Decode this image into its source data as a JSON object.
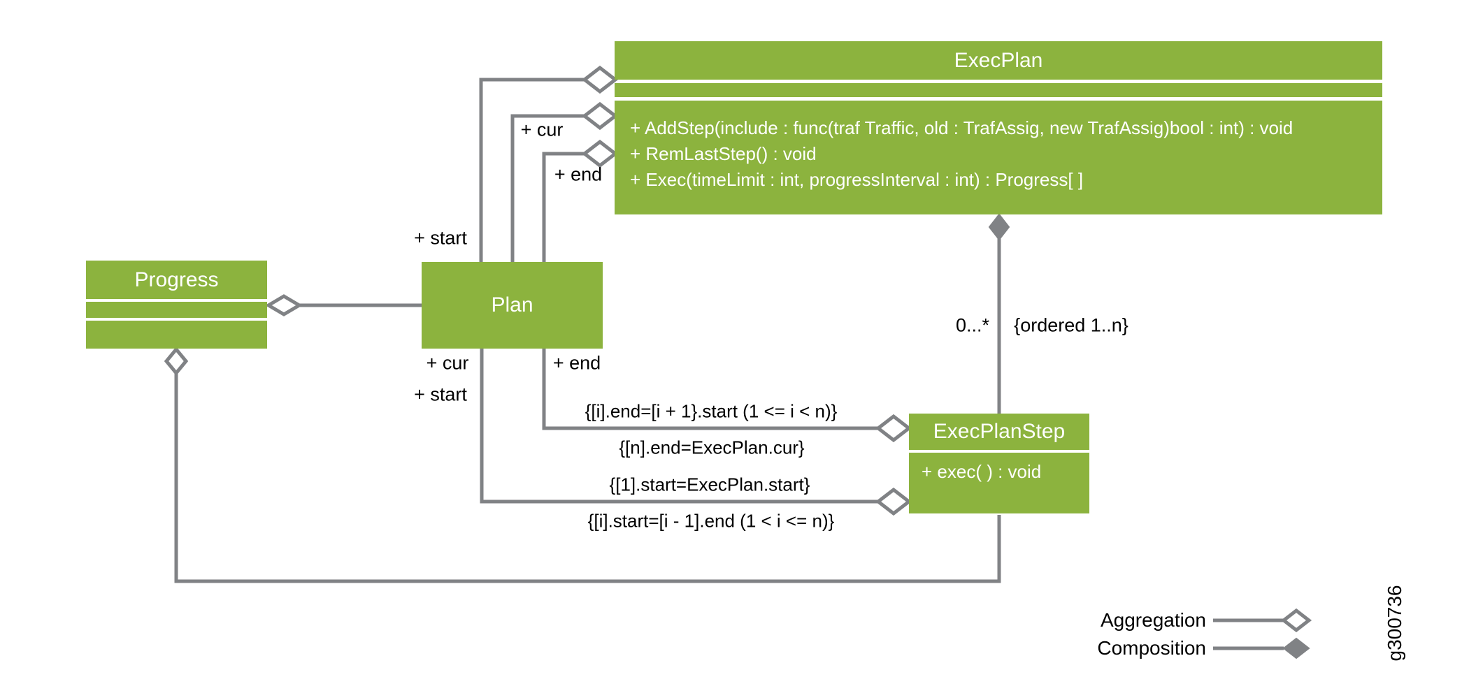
{
  "diagram": {
    "colors": {
      "green": "#8CB33E",
      "gray": "#808285",
      "ink": "#000000"
    },
    "classes": {
      "execplan": {
        "name": "ExecPlan",
        "methods": [
          "+ AddStep(include : func(traf Traffic, old : TrafAssig, new TrafAssig)bool : int) : void",
          "+ RemLastStep() : void",
          "+ Exec(timeLimit : int, progressInterval : int) : Progress[ ]"
        ]
      },
      "progress": {
        "name": "Progress",
        "methods": []
      },
      "plan": {
        "name": "Plan",
        "methods": []
      },
      "execplanstep": {
        "name": "ExecPlanStep",
        "methods": [
          "+ exec( ) : void"
        ]
      }
    },
    "labels": {
      "start_top": "+ start",
      "cur_top": "+ cur",
      "end_top": "+ end",
      "cur_bottom": "+ cur",
      "start_bottom": "+ start",
      "end_bottom": "+ end",
      "multiplicity": "0...*",
      "ordered": "{ordered 1..n}",
      "c_end_upper": "{[i].end=[i + 1}.start (1 <= i < n)}",
      "c_end_lower": "{[n].end=ExecPlan.cur}",
      "c_start_upper": "{[1].start=ExecPlan.start}",
      "c_start_lower": "{[i].start=[i - 1].end (1 < i <= n)}"
    },
    "legend": {
      "aggregation": "Aggregation",
      "composition": "Composition"
    },
    "figure_id": "g300736"
  }
}
